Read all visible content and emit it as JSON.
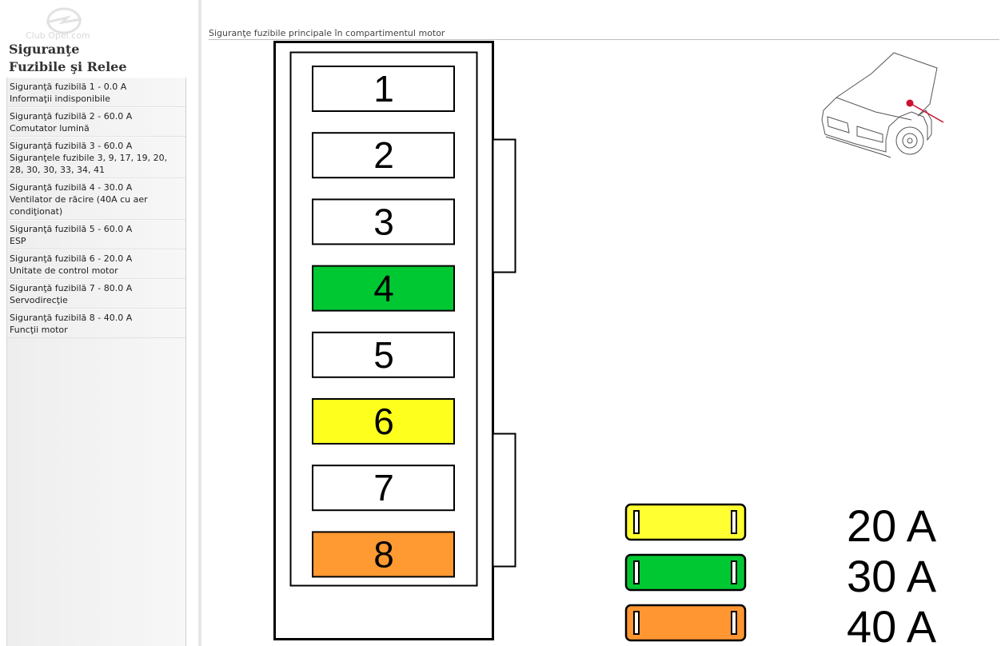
{
  "sidebar": {
    "logo_text": "Club Opel.com",
    "title": "Siguranţe\nFuzibile şi Relee",
    "fuses": [
      {
        "line1": "Siguranţă fuzibilă 1 - 0.0 A",
        "line2": "Informaţii indisponibile"
      },
      {
        "line1": "Siguranţă fuzibilă 2 - 60.0 A",
        "line2": "Comutator lumină"
      },
      {
        "line1": "Siguranţă fuzibilă 3 - 60.0 A",
        "line2": "Siguranţele fuzibile 3, 9, 17, 19, 20, 28, 30, 30, 33, 34, 41"
      },
      {
        "line1": "Siguranţă fuzibilă 4 - 30.0 A",
        "line2": "Ventilator de răcire (40A cu aer condiţionat)"
      },
      {
        "line1": "Siguranţă fuzibilă 5 - 60.0 A",
        "line2": "ESP"
      },
      {
        "line1": "Siguranţă fuzibilă 6 - 20.0 A",
        "line2": "Unitate de control motor"
      },
      {
        "line1": "Siguranţă fuzibilă 7 - 80.0 A",
        "line2": "Servodirecţie"
      },
      {
        "line1": "Siguranţă fuzibilă 8 - 40.0 A",
        "line2": "Funcţii motor"
      }
    ]
  },
  "main": {
    "title": "Siguranţe fuzibile principale în compartimentul motor"
  },
  "diagram": {
    "slots": [
      {
        "label": "1",
        "color": "#ffffff"
      },
      {
        "label": "2",
        "color": "#ffffff"
      },
      {
        "label": "3",
        "color": "#ffffff"
      },
      {
        "label": "4",
        "color": "#00c832"
      },
      {
        "label": "5",
        "color": "#ffffff"
      },
      {
        "label": "6",
        "color": "#ffff1e"
      },
      {
        "label": "7",
        "color": "#ffffff"
      },
      {
        "label": "8",
        "color": "#ff9932"
      }
    ],
    "legend": [
      {
        "label": "20 A",
        "color": "#ffff32"
      },
      {
        "label": "30 A",
        "color": "#00c832"
      },
      {
        "label": "40 A",
        "color": "#ff9632"
      }
    ],
    "marker_color": "#cc1133"
  }
}
